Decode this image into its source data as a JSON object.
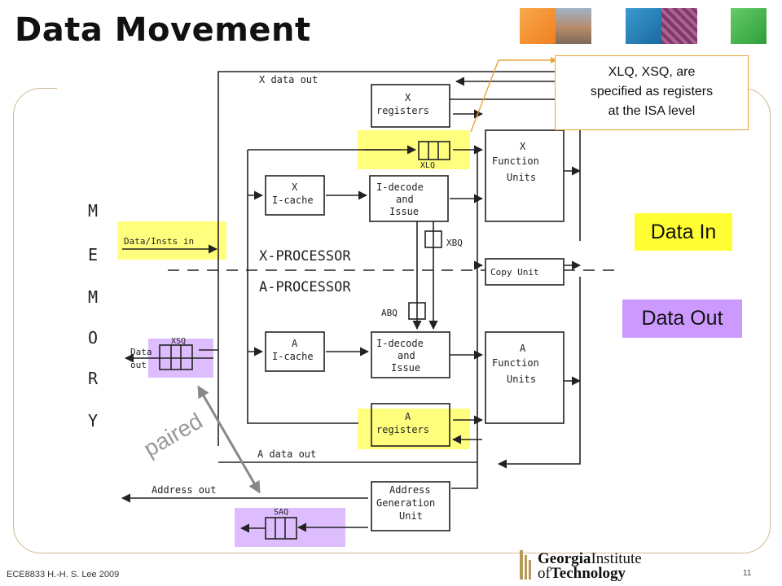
{
  "title": "Data Movement",
  "callout": {
    "line1": "XLQ, XSQ, are",
    "line2": "specified as registers",
    "line3": "at the ISA level"
  },
  "legend": {
    "data_in": "Data In",
    "data_out": "Data Out",
    "data_in_color": "#ffff33",
    "data_out_color": "#cc99ff"
  },
  "paired_label": "paired",
  "footer": "ECE8833 H.-H. S. Lee 2009",
  "page_number": "11",
  "logo": {
    "line1_a": "Georgia",
    "line1_b": "Institute",
    "line2_a": "of",
    "line2_b": "Technology"
  },
  "diagram": {
    "memory_letters": [
      "M",
      "E",
      "M",
      "O",
      "R",
      "Y"
    ],
    "x_data_out": "X data out",
    "x_registers": [
      "X",
      "registers"
    ],
    "xlq": "XLQ",
    "x_function_units": [
      "X",
      "Function",
      "Units"
    ],
    "x_icache": [
      "X",
      "I-cache"
    ],
    "x_idecode": [
      "I-decode",
      "and",
      "Issue"
    ],
    "xbq": "XBQ",
    "data_insts_in": "Data/Insts in",
    "x_processor": "X-PROCESSOR",
    "a_processor": "A-PROCESSOR",
    "copy_unit": "Copy Unit",
    "abq": "ABQ",
    "xsq": "XSQ",
    "data_out": [
      "Data",
      "out"
    ],
    "a_icache": [
      "A",
      "I-cache"
    ],
    "a_idecode": [
      "I-decode",
      "and",
      "Issue"
    ],
    "a_function_units": [
      "A",
      "Function",
      "Units"
    ],
    "a_registers": [
      "A",
      "registers"
    ],
    "a_data_out": "A data out",
    "address_out": "Address out",
    "agu": [
      "Address",
      "Generation",
      "Unit"
    ],
    "saq": "SAQ"
  }
}
